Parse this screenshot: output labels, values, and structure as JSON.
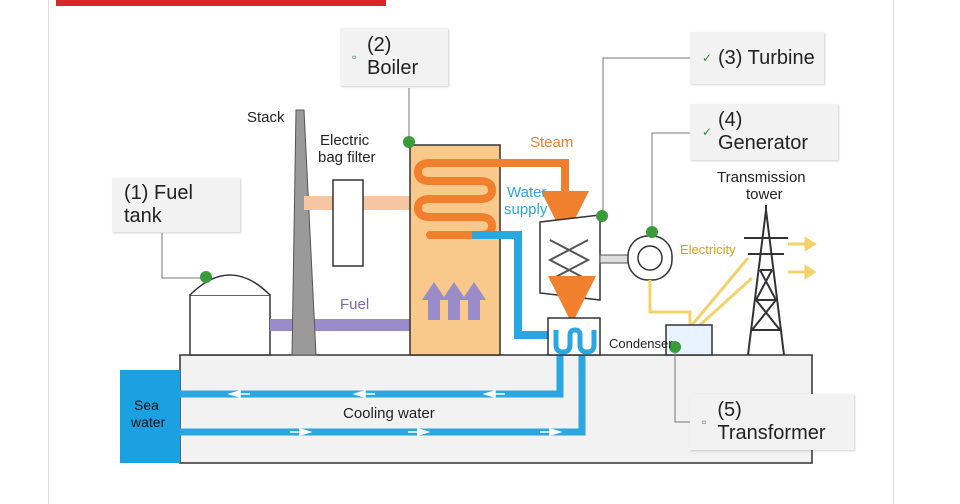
{
  "callouts": {
    "fuel_tank": "(1) Fuel tank",
    "boiler": "(2) Boiler",
    "turbine": "(3) Turbine",
    "generator": "(4) Generator",
    "transformer": "(5) Transformer"
  },
  "labels": {
    "stack": "Stack",
    "bag_filter_line1": "Electric",
    "bag_filter_line2": "bag filter",
    "steam": "Steam",
    "water_supply_line1": "Water",
    "water_supply_line2": "supply",
    "fuel": "Fuel",
    "electricity": "Electricity",
    "transmission_line1": "Transmission",
    "transmission_line2": "tower",
    "condenser": "Condenser",
    "sea_line1": "Sea",
    "sea_line2": "water",
    "cooling_water": "Cooling water"
  },
  "colors": {
    "accent": "#d9262c",
    "steam": "#f07f2e",
    "water": "#2aa7e0",
    "fuel": "#9a8cc9",
    "boiler": "#f8c98a",
    "sea": "#1ba1e2",
    "marker": "#3a9b3a"
  }
}
